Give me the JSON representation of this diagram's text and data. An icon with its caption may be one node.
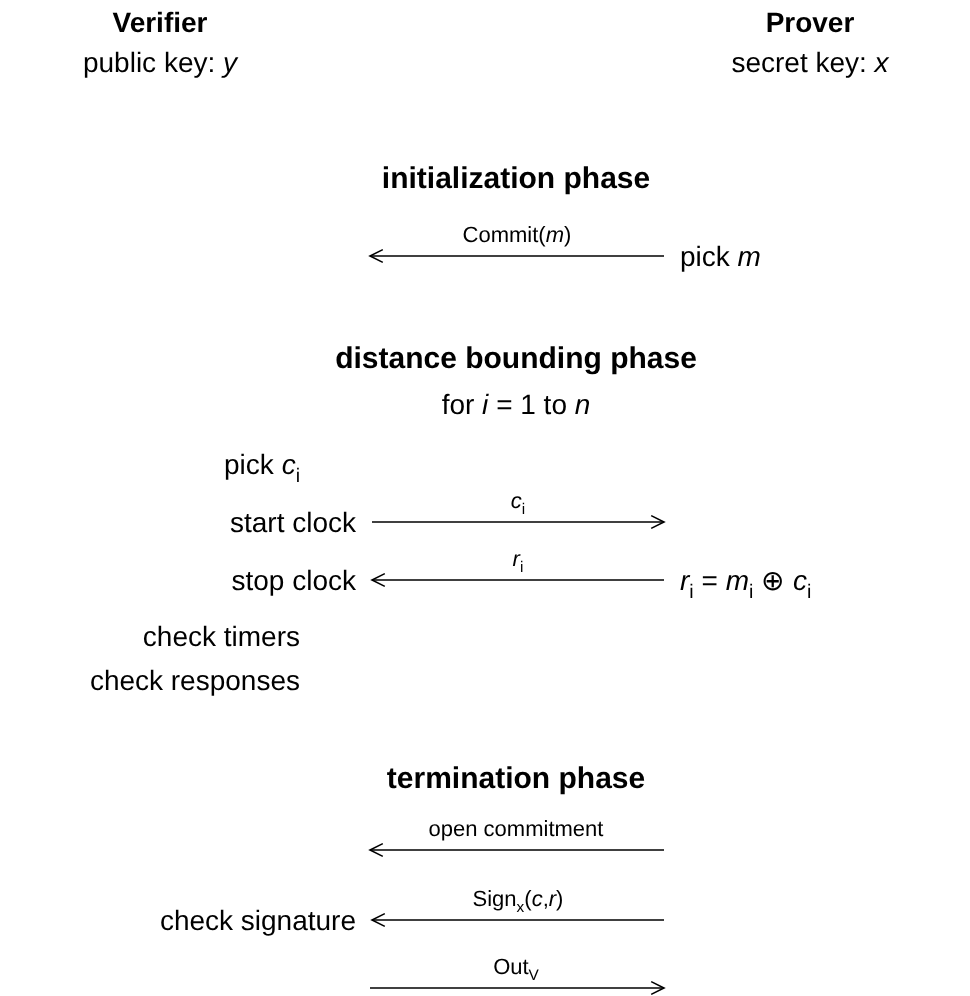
{
  "diagram": {
    "nodes": [
      {
        "text": [
          "Verifier",
          "public key: *y*"
        ]
      },
      {
        "text": [
          "Prover",
          "secret key: *x*"
        ]
      },
      {
        "text": [
          "pick *m*"
        ]
      },
      {
        "text": [
          "start clock"
        ]
      },
      {
        "text": [
          "stop clock"
        ]
      },
      {
        "text": [
          "*r*$_{i}$ = *m*$_{i}$ ⊕ *c*$_{i}$"
        ]
      },
      {
        "text": [
          "check signature"
        ]
      }
    ],
    "edges": [
      {
        "from": 2,
        "to": null,
        "arrow": "to",
        "label": "Commit(*m*)"
      },
      {
        "from": 3,
        "to": 5,
        "arrow": "to",
        "label": "*c*$_{i}$"
      },
      {
        "from": 5,
        "to": 4,
        "arrow": "to",
        "label": "*r*$_{i}$"
      },
      {
        "from": null,
        "to": 6,
        "arrow": "to",
        "label": "Sign$_{x}$(*c*,*r*)"
      }
    ],
    "labels": [
      "initialization phase",
      "distance bounding phase",
      "for *i* = 1 to *n*",
      "pick *c*$_{i}$",
      "check timers",
      "check responses",
      "termination phase",
      "open commitment",
      "Out$_{V}$"
    ]
  }
}
